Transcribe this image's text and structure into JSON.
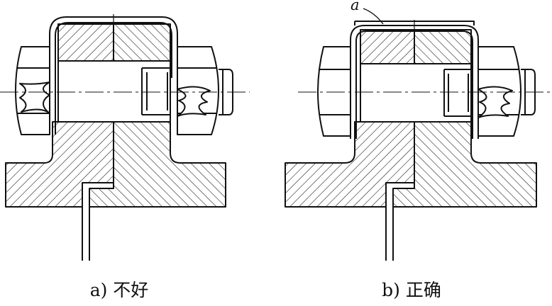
{
  "panel_a": {
    "caption": "a) 不好"
  },
  "panel_b": {
    "caption": "b) 正确",
    "callout_label": "a"
  },
  "colors": {
    "stroke": "#111111",
    "background": "#ffffff"
  }
}
